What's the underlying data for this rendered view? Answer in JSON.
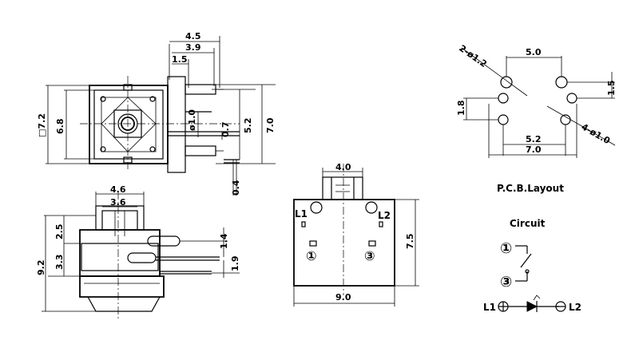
{
  "top_view": {
    "width_outer": "4.5",
    "width_inner": "3.9",
    "pin_offset": "1.5",
    "square_outer": "□7.2",
    "square_inner": "6.8",
    "stem_dia": "ø1.0",
    "pin_gap": "0.7",
    "pin_span": "5.2",
    "total_span": "7.0",
    "pin_thickness": "0.4"
  },
  "side_view": {
    "lever_outer": "4.6",
    "lever_inner": "3.6",
    "height_top": "2.5",
    "height_mid": "3.3",
    "height_total": "9.2",
    "pin_step_a": "1.4",
    "pin_step_b": "1.9"
  },
  "front_view": {
    "top_width": "4.0",
    "height": "7.5",
    "width": "9.0",
    "label_l1": "L1",
    "label_l2": "L2",
    "pin1": "①",
    "pin3": "③"
  },
  "pcb_layout": {
    "hole_dia_a": "2-ø1.2",
    "top_spacing": "5.0",
    "right_offset": "1.5",
    "left_offset": "1.8",
    "hole_dia_b": "4-ø1.0",
    "bottom_spacing_a": "5.2",
    "bottom_spacing_b": "7.0",
    "title": "P.C.B.Layout"
  },
  "circuit": {
    "title": "Circuit",
    "pin1": "①",
    "pin3": "③",
    "led_l1": "L1",
    "led_l2": "L2"
  }
}
